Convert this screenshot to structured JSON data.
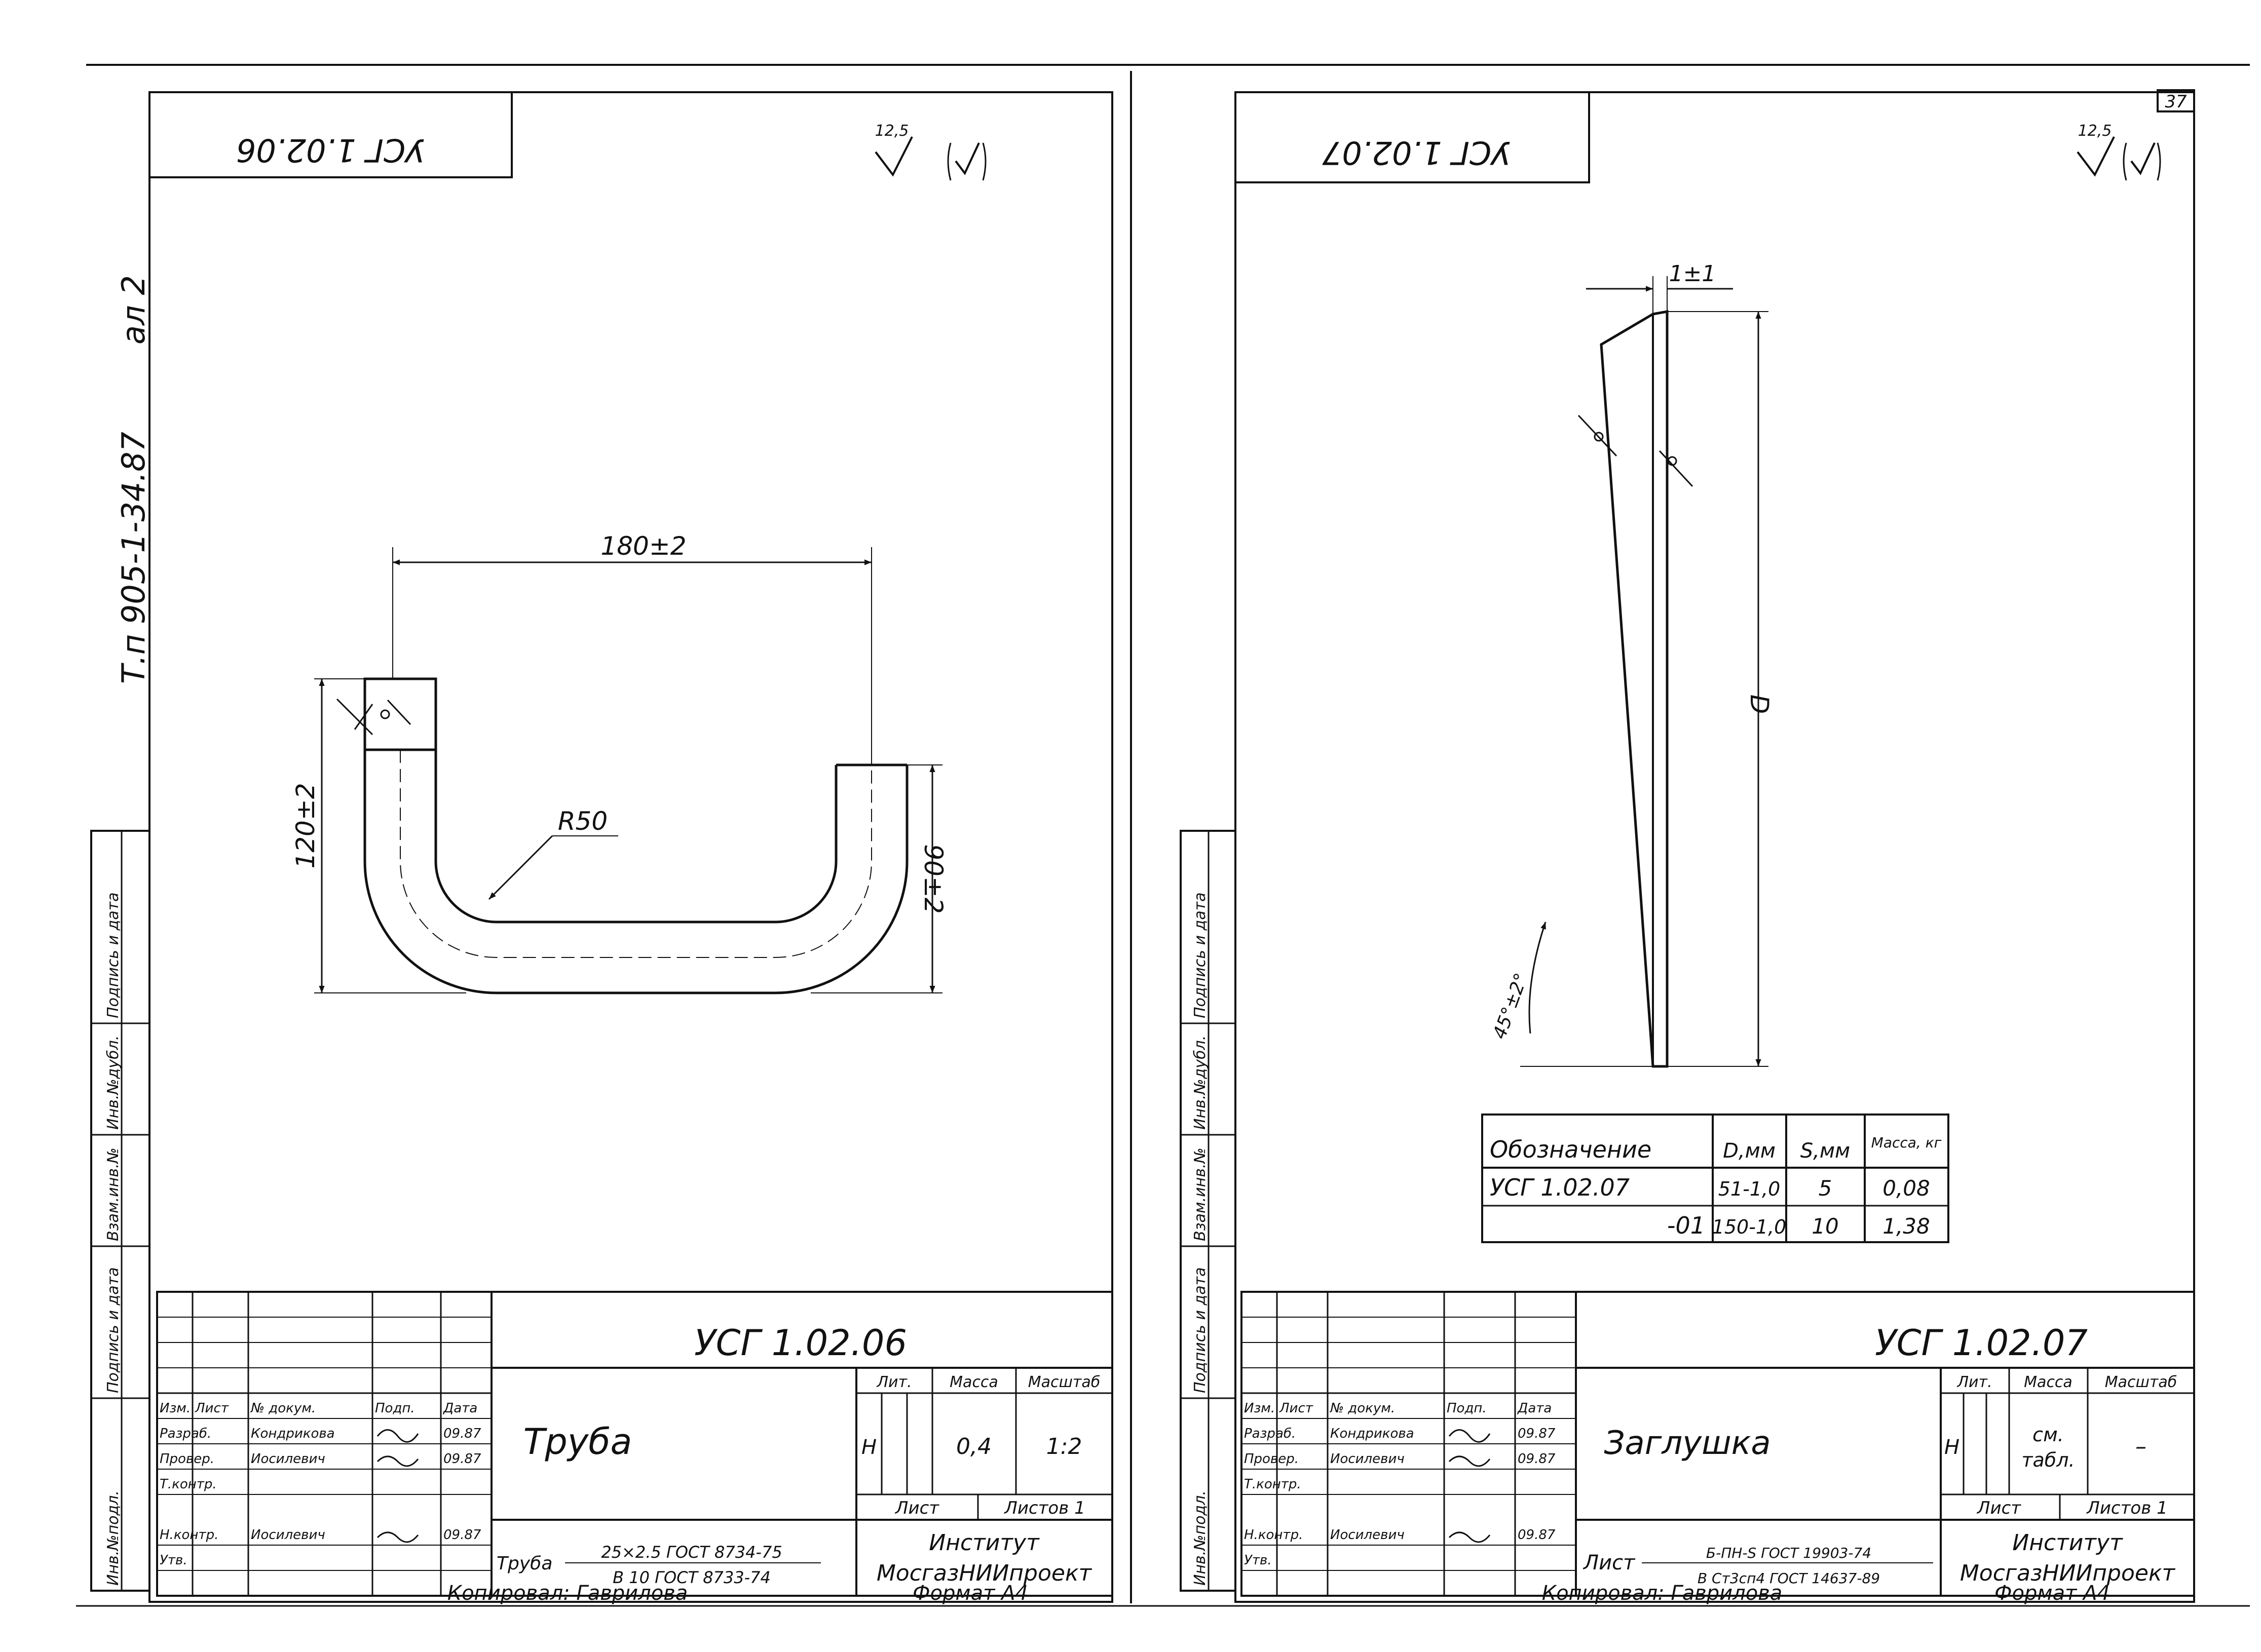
{
  "page": {
    "sheet_number": "37"
  },
  "margin": {
    "series": "Т.п 905-1-34.87",
    "album": "ал 2",
    "stamp_cells": [
      "Инв.№подл.",
      "Подпись и дата",
      "Взам.инв.№",
      "Инв.№дубл.",
      "Подпись и дата"
    ]
  },
  "sheets": [
    {
      "corner_code": "УСГ 1.02.06",
      "roughness_value": "12,5",
      "roughness_extra": "(√)",
      "dims": {
        "length": "180±2",
        "height": "120±2",
        "radius": "R50",
        "right_height": "90±2"
      },
      "title_block": {
        "code": "УСГ 1.02.06",
        "name": "Труба",
        "headers": {
          "lit": "Лит.",
          "mass": "Масса",
          "scale": "Масштаб",
          "sheet": "Лист",
          "sheets": "Листов 1"
        },
        "lit_value": "Н",
        "mass_value": "0,4",
        "scale_value": "1:2",
        "material_prefix": "Труба",
        "material_top": "25×2.5 ГОСТ 8734-75",
        "material_bottom": "В 10 ГОСТ 8733-74",
        "org_line1": "Институт",
        "org_line2": "МосгазНИИпроект",
        "rows": [
          {
            "role": "Изм.",
            "name": "Лист",
            "doc": "№ докум.",
            "sign": "Подп.",
            "date": "Дата"
          },
          {
            "role": "Разраб.",
            "name": "Кондрикова",
            "doc": "",
            "sign": "",
            "date": "09.87"
          },
          {
            "role": "Провер.",
            "name": "Иосилевич",
            "doc": "",
            "sign": "",
            "date": "09.87"
          },
          {
            "role": "Т.контр.",
            "name": "",
            "doc": "",
            "sign": "",
            "date": ""
          },
          {
            "role": "Н.контр.",
            "name": "Иосилевич",
            "doc": "",
            "sign": "",
            "date": "09.87"
          },
          {
            "role": "Утв.",
            "name": "",
            "doc": "",
            "sign": "",
            "date": ""
          }
        ]
      },
      "copied": "Копировал: Гаврилова",
      "format": "Формат А4"
    },
    {
      "corner_code": "УСГ 1.02.07",
      "roughness_value": "12,5",
      "roughness_extra": "(√)",
      "dims": {
        "thickness": "1±1",
        "diameter": "D",
        "angle": "45°±2°"
      },
      "table": {
        "headers": [
          "Обозначение",
          "D,мм",
          "S,мм",
          "Масса, кг"
        ],
        "rows": [
          [
            "УСГ 1.02.07",
            "51-1,0",
            "5",
            "0,08"
          ],
          [
            "-01",
            "150-1,0",
            "10",
            "1,38"
          ]
        ]
      },
      "title_block": {
        "code": "УСГ 1.02.07",
        "name": "Заглушка",
        "headers": {
          "lit": "Лит.",
          "mass": "Масса",
          "scale": "Масштаб",
          "sheet": "Лист",
          "sheets": "Листов 1"
        },
        "lit_value": "Н",
        "mass_value_1": "см.",
        "mass_value_2": "табл.",
        "scale_value": "–",
        "material_prefix": "Лист",
        "material_top": "Б-ПН-S ГОСТ 19903-74",
        "material_bottom": "В Ст3сп4 ГОСТ 14637-89",
        "org_line1": "Институт",
        "org_line2": "МосгазНИИпроект",
        "rows": [
          {
            "role": "Изм.",
            "name": "Лист",
            "doc": "№ докум.",
            "sign": "Подп.",
            "date": "Дата"
          },
          {
            "role": "Разраб.",
            "name": "Кондрикова",
            "doc": "",
            "sign": "",
            "date": "09.87"
          },
          {
            "role": "Провер.",
            "name": "Иосилевич",
            "doc": "",
            "sign": "",
            "date": "09.87"
          },
          {
            "role": "Т.контр.",
            "name": "",
            "doc": "",
            "sign": "",
            "date": ""
          },
          {
            "role": "Н.контр.",
            "name": "Иосилевич",
            "doc": "",
            "sign": "",
            "date": "09.87"
          },
          {
            "role": "Утв.",
            "name": "",
            "doc": "",
            "sign": "",
            "date": ""
          }
        ]
      },
      "copied": "Копировал: Гаврилова",
      "format": "Формат А4"
    }
  ]
}
